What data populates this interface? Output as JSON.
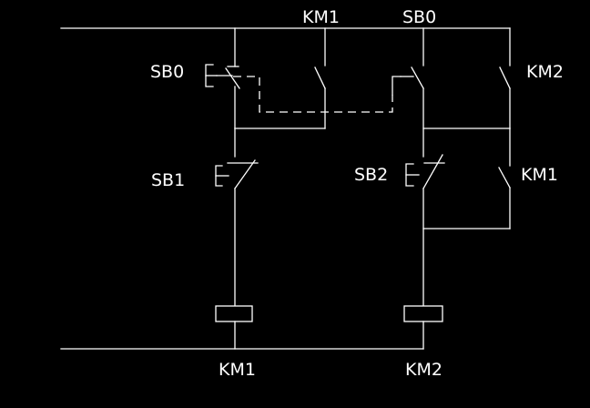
{
  "labels": {
    "km1_top": "KM1",
    "sb0_top": "SB0",
    "sb0_left": "SB0",
    "km2_right": "KM2",
    "sb1": "SB1",
    "sb2": "SB2",
    "km1_right": "KM1",
    "coil_km1": "KM1",
    "coil_km2": "KM2"
  },
  "colors": {
    "background": "#000000",
    "line": "#ffffff"
  }
}
